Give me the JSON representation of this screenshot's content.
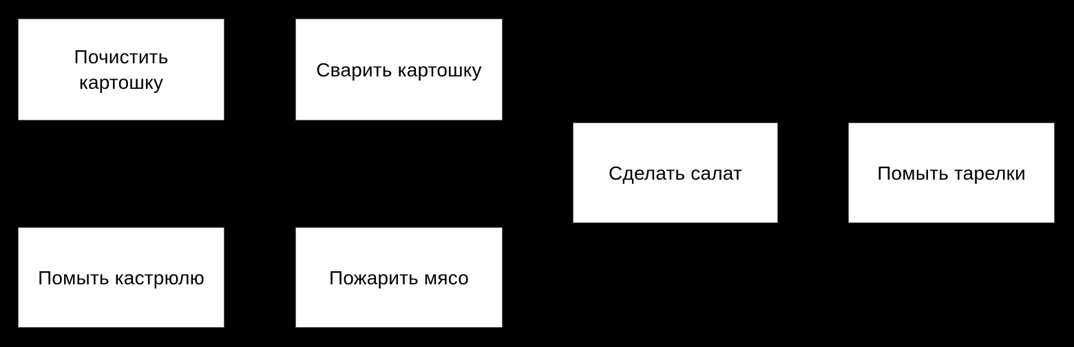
{
  "canvas": {
    "background": "#000000"
  },
  "colors": {
    "canvas_bg": "#000000",
    "node_fill": "#ffffff",
    "node_border": "#666666",
    "node_text": "#000000"
  },
  "diagram": {
    "type": "task-boxes",
    "nodes": [
      {
        "id": "peel-potatoes",
        "label": "Почистить\nкартошку"
      },
      {
        "id": "boil-potatoes",
        "label": "Сварить картошку"
      },
      {
        "id": "make-salad",
        "label": "Сделать салат"
      },
      {
        "id": "wash-plates",
        "label": "Помыть тарелки"
      },
      {
        "id": "wash-pot",
        "label": "Помыть кастрюлю"
      },
      {
        "id": "fry-meat",
        "label": "Пожарить мясо"
      }
    ]
  }
}
